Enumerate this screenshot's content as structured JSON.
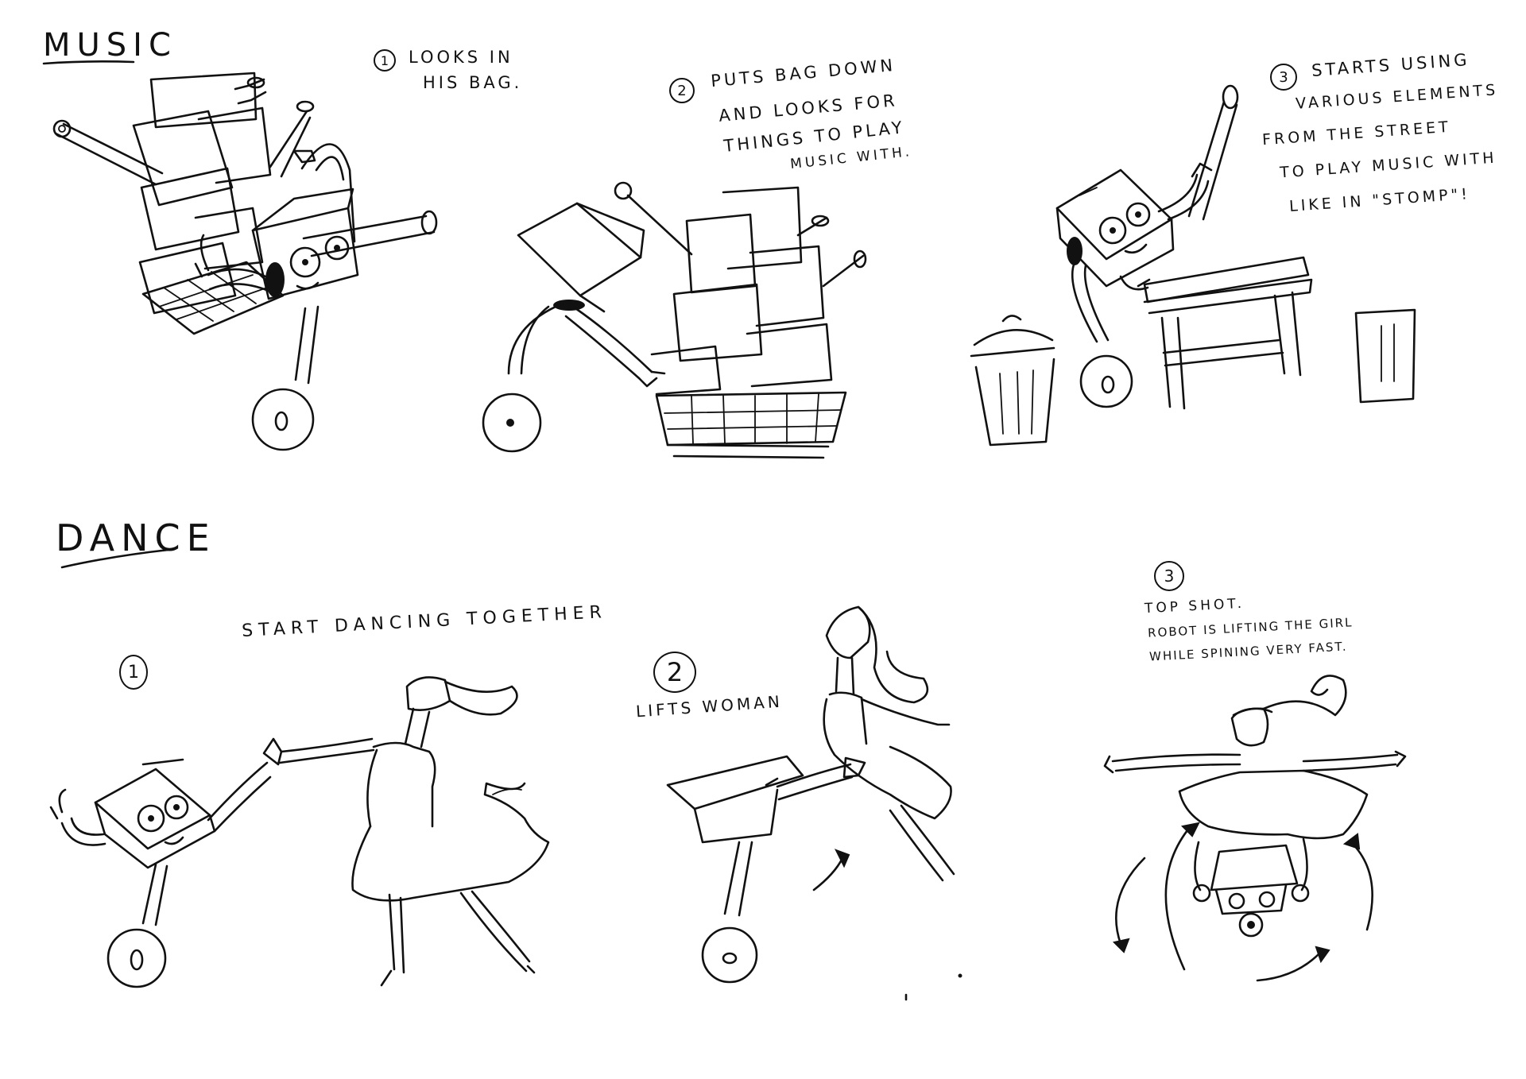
{
  "sections": {
    "music": {
      "heading": "MUSIC"
    },
    "dance": {
      "heading": "DANCE"
    }
  },
  "panels": {
    "music_1": {
      "number": "1",
      "caption": [
        "LOOKS IN",
        "HIS BAG."
      ]
    },
    "music_2": {
      "number": "2",
      "caption": [
        "PUTS BAG DOWN",
        "AND LOOKS FOR",
        "THINGS TO PLAY",
        "MUSIC WITH."
      ]
    },
    "music_3": {
      "number": "3",
      "caption": [
        "STARTS USING",
        "VARIOUS ELEMENTS",
        "FROM THE STREET",
        "TO PLAY MUSIC WITH",
        "LIKE IN \"STOMP\"!"
      ]
    },
    "dance_1": {
      "number": "1",
      "caption": [
        "START DANCING TOGETHER"
      ]
    },
    "dance_2": {
      "number": "2",
      "caption": [
        "LIFTS WOMAN"
      ]
    },
    "dance_3": {
      "number": "3",
      "caption": [
        "TOP SHOT.",
        "ROBOT IS LIFTING THE GIRL",
        "WHILE SPINING VERY FAST."
      ]
    }
  }
}
